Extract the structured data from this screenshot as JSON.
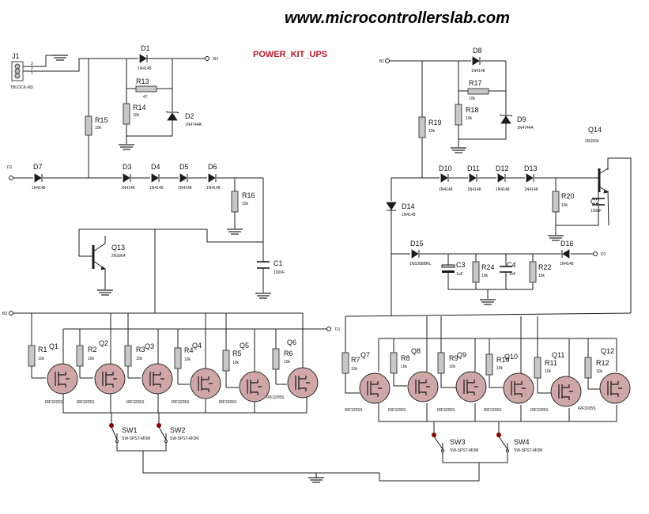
{
  "header": {
    "website": "www.microcontrollerslab.com",
    "title": "POWER_KIT_UPS"
  },
  "connector": {
    "ref": "J1",
    "part": "TBLOCK-M3",
    "pins": [
      "3",
      "2",
      "1"
    ]
  },
  "nets": {
    "b2": "B2",
    "b1": "B1",
    "d1": "D1"
  },
  "resistors": {
    "R1": {
      "ref": "R1",
      "val": "10k"
    },
    "R2": {
      "ref": "R2",
      "val": "10k"
    },
    "R3": {
      "ref": "R3",
      "val": "10k"
    },
    "R4": {
      "ref": "R4",
      "val": "10k"
    },
    "R5": {
      "ref": "R5",
      "val": "10k"
    },
    "R6": {
      "ref": "R6",
      "val": "10k"
    },
    "R7": {
      "ref": "R7",
      "val": "10k"
    },
    "R8": {
      "ref": "R8",
      "val": "10k"
    },
    "R9": {
      "ref": "R9",
      "val": "10k"
    },
    "R10": {
      "ref": "R10",
      "val": "10k"
    },
    "R11": {
      "ref": "R11",
      "val": "10k"
    },
    "R12": {
      "ref": "R12",
      "val": "10k"
    },
    "R13": {
      "ref": "R13",
      "val": "47"
    },
    "R14": {
      "ref": "R14",
      "val": "10k"
    },
    "R15": {
      "ref": "R15",
      "val": "10k"
    },
    "R16": {
      "ref": "R16",
      "val": "10k"
    },
    "R17": {
      "ref": "R17",
      "val": "10k"
    },
    "R18": {
      "ref": "R18",
      "val": "10k"
    },
    "R19": {
      "ref": "R19",
      "val": "10k"
    },
    "R20": {
      "ref": "R20",
      "val": "10k"
    },
    "R22": {
      "ref": "R22",
      "val": "10k"
    },
    "R24": {
      "ref": "R24",
      "val": "10k"
    }
  },
  "diodes": {
    "D1": {
      "ref": "D1",
      "val": "1N4148"
    },
    "D2": {
      "ref": "D2",
      "val": "1N4744A"
    },
    "D3": {
      "ref": "D3",
      "val": "1N4148"
    },
    "D4": {
      "ref": "D4",
      "val": "1N4148"
    },
    "D5": {
      "ref": "D5",
      "val": "1N4148"
    },
    "D6": {
      "ref": "D6",
      "val": "1N4148"
    },
    "D7": {
      "ref": "D7",
      "val": "1N4148"
    },
    "D8": {
      "ref": "D8",
      "val": "1N4148"
    },
    "D9": {
      "ref": "D9",
      "val": "1N4744A"
    },
    "D10": {
      "ref": "D10",
      "val": "1N4148"
    },
    "D11": {
      "ref": "D11",
      "val": "1N4148"
    },
    "D12": {
      "ref": "D12",
      "val": "1N4148"
    },
    "D13": {
      "ref": "D13",
      "val": "1N4148"
    },
    "D14": {
      "ref": "D14",
      "val": "1N4148"
    },
    "D15": {
      "ref": "D15",
      "val": "1N5388BRL"
    },
    "D16": {
      "ref": "D16",
      "val": "1N4148"
    }
  },
  "capacitors": {
    "C1": {
      "ref": "C1",
      "val": "100nF"
    },
    "C2": {
      "ref": "C2",
      "val": "100nF"
    },
    "C3": {
      "ref": "C3",
      "val": "1uF"
    },
    "C4": {
      "ref": "C4",
      "val": "1nF"
    }
  },
  "transistors": {
    "Q13": {
      "ref": "Q13",
      "val": "2N3904"
    },
    "Q14": {
      "ref": "Q14",
      "val": "2N3904"
    }
  },
  "mosfets": {
    "Q1": {
      "ref": "Q1",
      "val": "IRF3205S"
    },
    "Q2": {
      "ref": "Q2",
      "val": "IRF3205S"
    },
    "Q3": {
      "ref": "Q3",
      "val": "IRF3205S"
    },
    "Q4": {
      "ref": "Q4",
      "val": "IRF3205S"
    },
    "Q5": {
      "ref": "Q5",
      "val": "IRF3205S"
    },
    "Q6": {
      "ref": "Q6",
      "val": "IRF3205S"
    },
    "Q7": {
      "ref": "Q7",
      "val": "IRF3205S"
    },
    "Q8": {
      "ref": "Q8",
      "val": "IRF3205S"
    },
    "Q9": {
      "ref": "Q9",
      "val": "IRF3205S"
    },
    "Q10": {
      "ref": "Q10",
      "val": "IRF3205S"
    },
    "Q11": {
      "ref": "Q11",
      "val": "IRF3205S"
    },
    "Q12": {
      "ref": "Q12",
      "val": "IRF3205S"
    }
  },
  "switches": {
    "SW1": {
      "ref": "SW1",
      "val": "SW-SPST-MOM"
    },
    "SW2": {
      "ref": "SW2",
      "val": "SW-SPST-MOM"
    },
    "SW3": {
      "ref": "SW3",
      "val": "SW-SPST-MOM"
    },
    "SW4": {
      "ref": "SW4",
      "val": "SW-SPST-MOM"
    }
  }
}
